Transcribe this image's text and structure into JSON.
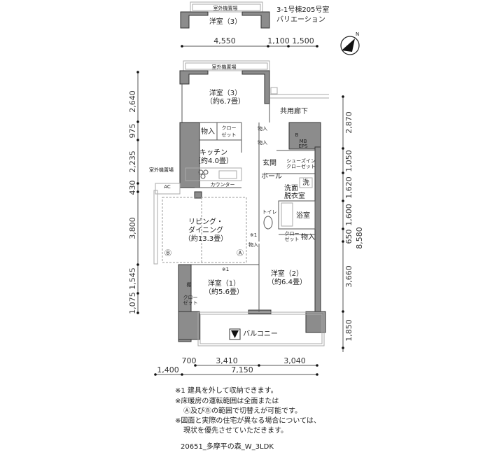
{
  "header": {
    "title": "3-1号棟205号室",
    "subtitle": "バリエーション"
  },
  "variation_inset": {
    "outdoor_unit": "室外機置場",
    "room": "洋室（3）"
  },
  "compass": {
    "north_label": "N"
  },
  "rooms": {
    "outdoor_unit_top": "室外機置場",
    "bedroom3": {
      "name": "洋室（3）",
      "size": "（約6.7畳）"
    },
    "storage1": "物入",
    "closet1": [
      "クロー",
      "ゼット"
    ],
    "storage_hall_a": "物入",
    "storage_hall_b": "物入",
    "corridor": "共用廊下",
    "mb_eps": [
      "MB",
      "EPS"
    ],
    "b_mark": "B",
    "kitchen": {
      "name": "キッチン",
      "size": "（約4.0畳）"
    },
    "counter": "カウンター",
    "outdoor_unit_left": "室外機置場",
    "ac": "AC",
    "entrance": "玄関",
    "shoe_closet": [
      "シューズイン",
      "クローゼット"
    ],
    "hall": "ホール",
    "washer": "洗",
    "washroom": [
      "洗面",
      "脱衣室"
    ],
    "toilet": "トイレ",
    "bath": "浴室",
    "closet2": [
      "クロー",
      "ゼット"
    ],
    "storage2": "物入",
    "storage3": "物入",
    "note_mark_a": "※1",
    "note_mark_b": "※1",
    "living": {
      "name1": "リビング・",
      "name2": "ダイニング",
      "size": "（約13.3畳）"
    },
    "zone_a": "Ⓐ",
    "zone_b": "Ⓑ",
    "shelf": "棚",
    "closet3": [
      "クロー",
      "ゼット"
    ],
    "bedroom1": {
      "name": "洋室（1）",
      "size": "（約5.6畳）"
    },
    "bedroom2": {
      "name": "洋室（2）",
      "size": "（約6.4畳）"
    },
    "balcony": "バルコニー"
  },
  "dimensions": {
    "top": [
      "4,550",
      "1,100",
      "1,500"
    ],
    "left": [
      "2,640",
      "975",
      "2,235",
      "430",
      "3,800",
      "1,545",
      "1,075"
    ],
    "right": [
      "2,870",
      "1,050",
      "1,620",
      "1,600",
      "650",
      "3,660",
      "1,850"
    ],
    "right_total": "8,580",
    "bottom_row1": [
      "700",
      "3,410",
      "3,040"
    ],
    "bottom_row2": [
      "1,400",
      "7,150"
    ]
  },
  "notes": [
    "※1 建具を外して収納できます。",
    "※床暖房の運転範囲は全面または",
    "Ⓐ及びⒷの範囲で切替えが可能です。",
    "※図面と実際の住宅が異なる場合については、",
    "現状を優先させていただきます。"
  ],
  "footer_code": "20651_多摩平の森_W_3LDK"
}
